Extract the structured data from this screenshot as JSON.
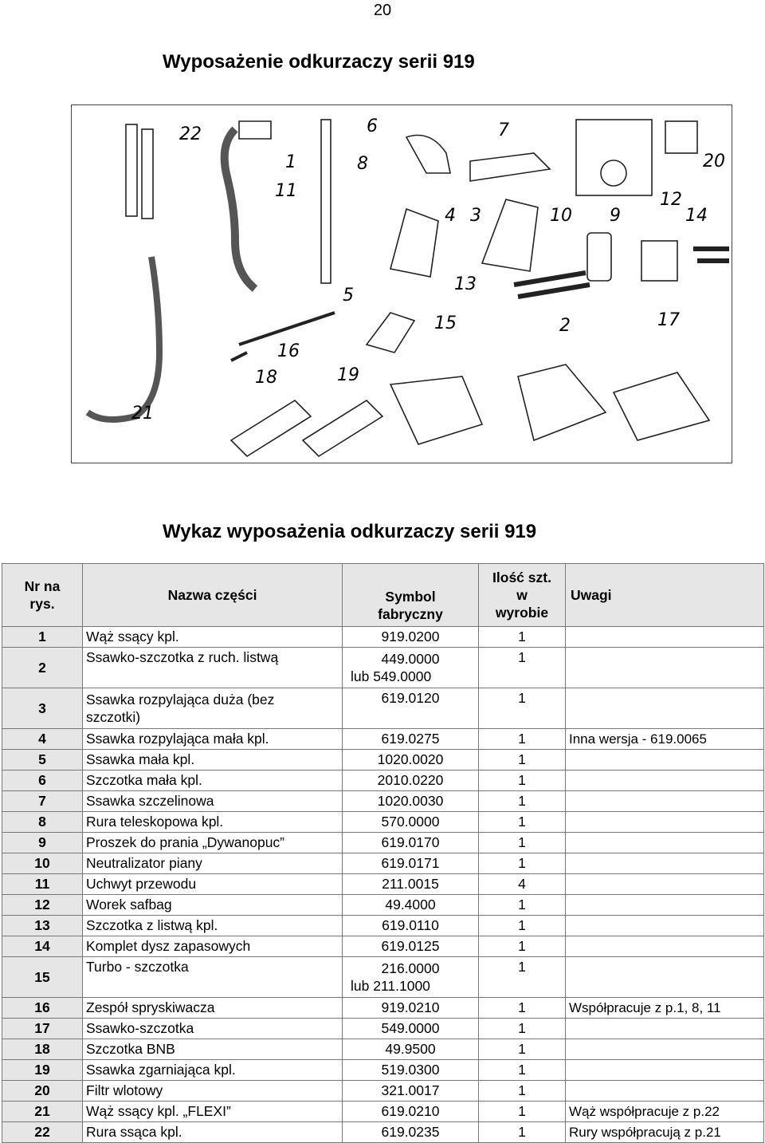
{
  "page_number": "20",
  "title": "Wyposażenie odkurzaczy  serii  919",
  "figure": {
    "labels": [
      "22",
      "1",
      "11",
      "6",
      "8",
      "7",
      "20",
      "12",
      "14",
      "4",
      "3",
      "10",
      "9",
      "5",
      "13",
      "15",
      "2",
      "17",
      "16",
      "18",
      "19",
      "21"
    ]
  },
  "subtitle": "Wykaz wyposażenia odkurzaczy serii 919",
  "table": {
    "headers": {
      "nr_line1": "Nr na",
      "nr_line2": "rys.",
      "name": "Nazwa części",
      "symbol_line1": "Symbol",
      "symbol_line2": "fabryczny",
      "qty_line1": "Ilość szt.",
      "qty_line2": "w",
      "qty_line3": "wyrobie",
      "notes": "Uwagi"
    },
    "rows": [
      {
        "nr": "1",
        "name": "Wąż ssący kpl.",
        "symbol": "919.0200",
        "qty": "1",
        "note": ""
      },
      {
        "nr": "2",
        "name": "Ssawko-szczotka z ruch. listwą",
        "symbol": "449.0000",
        "symbol2": "lub 549.0000",
        "qty": "1",
        "note": ""
      },
      {
        "nr": "3",
        "name": "Ssawka rozpylająca duża (bez",
        "name2": "szczotki)",
        "symbol": "619.0120",
        "qty": "1",
        "note": ""
      },
      {
        "nr": "4",
        "name": "Ssawka rozpylająca mała kpl.",
        "symbol": "619.0275",
        "qty": "1",
        "note": "Inna wersja - 619.0065"
      },
      {
        "nr": "5",
        "name": "Ssawka mała kpl.",
        "symbol": "1020.0020",
        "qty": "1",
        "note": ""
      },
      {
        "nr": "6",
        "name": "Szczotka mała kpl.",
        "symbol": "2010.0220",
        "qty": "1",
        "note": ""
      },
      {
        "nr": "7",
        "name": "Ssawka szczelinowa",
        "symbol": "1020.0030",
        "qty": "1",
        "note": ""
      },
      {
        "nr": "8",
        "name": "Rura teleskopowa kpl.",
        "symbol": "570.0000",
        "qty": "1",
        "note": ""
      },
      {
        "nr": "9",
        "name": "Proszek do prania „Dywanopuc”",
        "symbol": "619.0170",
        "qty": "1",
        "note": ""
      },
      {
        "nr": "10",
        "name": "Neutralizator piany",
        "symbol": "619.0171",
        "qty": "1",
        "note": ""
      },
      {
        "nr": "11",
        "name": "Uchwyt przewodu",
        "symbol": "211.0015",
        "qty": "4",
        "note": ""
      },
      {
        "nr": "12",
        "name": "Worek safbag",
        "symbol": "49.4000",
        "qty": "1",
        "note": ""
      },
      {
        "nr": "13",
        "name": "Szczotka z listwą kpl.",
        "symbol": "619.0110",
        "qty": "1",
        "note": ""
      },
      {
        "nr": "14",
        "name": "Komplet dysz zapasowych",
        "symbol": "619.0125",
        "qty": "1",
        "note": ""
      },
      {
        "nr": "15",
        "name": "Turbo - szczotka",
        "symbol": "216.0000",
        "symbol2": "lub 211.1000",
        "qty": "1",
        "note": ""
      },
      {
        "nr": "16",
        "name": "Zespół spryskiwacza",
        "symbol": "919.0210",
        "qty": "1",
        "note": "Współpracuje z p.1, 8, 11"
      },
      {
        "nr": "17",
        "name": "Ssawko-szczotka",
        "symbol": "549.0000",
        "qty": "1",
        "note": ""
      },
      {
        "nr": "18",
        "name": "Szczotka BNB",
        "symbol": "49.9500",
        "qty": "1",
        "note": ""
      },
      {
        "nr": "19",
        "name": "Ssawka zgarniająca kpl.",
        "symbol": "519.0300",
        "qty": "1",
        "note": ""
      },
      {
        "nr": "20",
        "name": "Filtr wlotowy",
        "symbol": "321.0017",
        "qty": "1",
        "note": ""
      },
      {
        "nr": "21",
        "name": "Wąż ssący kpl. „FLEXI”",
        "symbol": "619.0210",
        "qty": "1",
        "note": "Wąż współpracuje z p.22"
      },
      {
        "nr": "22",
        "name": "Rura ssąca kpl.",
        "symbol": "619.0235",
        "qty": "1",
        "note": "Rury współpracują z p.21"
      }
    ]
  }
}
